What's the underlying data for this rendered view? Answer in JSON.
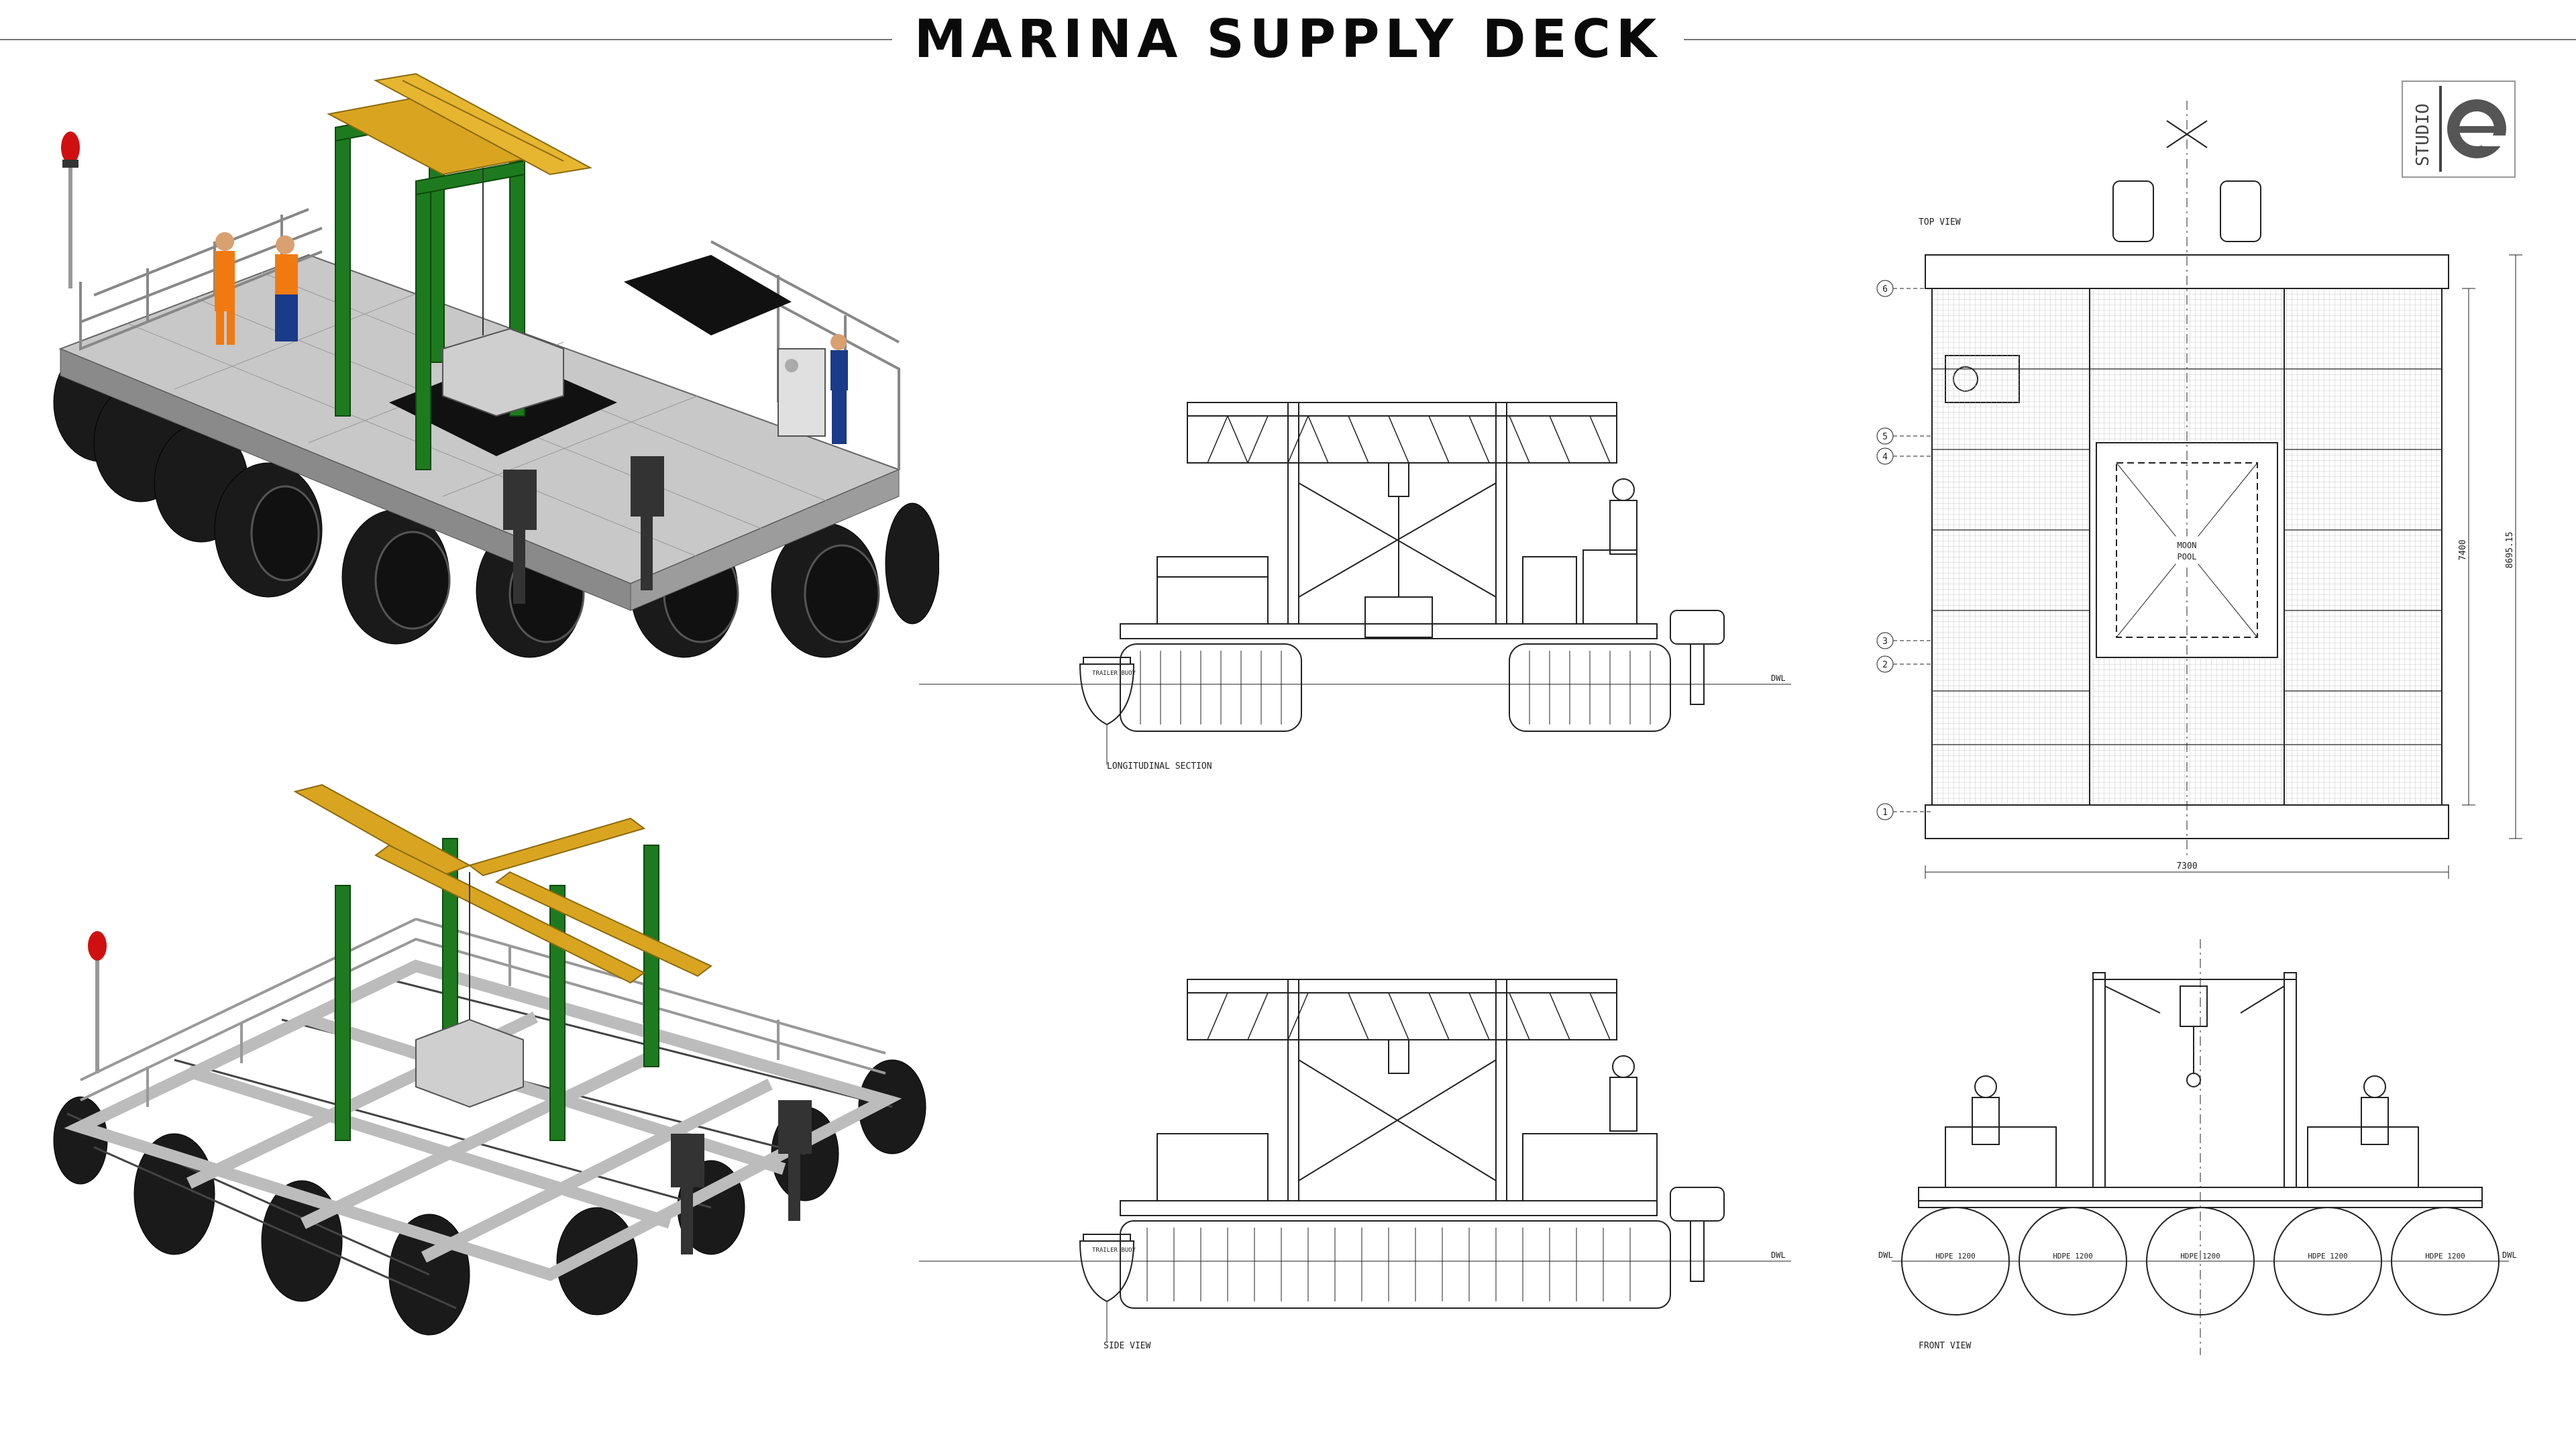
{
  "title": "MARINA SUPPLY DECK",
  "logo": {
    "text": "STUDIO",
    "mark": "e"
  },
  "views": {
    "top": "TOP VIEW",
    "longitudinal": "LONGITUDINAL SECTION",
    "side": "SIDE VIEW",
    "front": "FRONT VIEW"
  },
  "top_view": {
    "moon_pool_line1": "MOON",
    "moon_pool_line2": "POOL",
    "dim_width": "7300",
    "dim_length": "7400",
    "dim_overall": "8695.15",
    "gridlines": [
      "6",
      "5",
      "4",
      "3",
      "2",
      "1"
    ]
  },
  "elevation": {
    "dwl": "DWL",
    "buoy_label": "TRAILER BUOY"
  },
  "front_view": {
    "floats": [
      "HDPE 1200",
      "HDPE 1200",
      "HDPE 1200",
      "HDPE 1200",
      "HDPE 1200"
    ]
  },
  "colors": {
    "gantry": "#1e7a1e",
    "beam": "#d9a520",
    "float": "#1a1a1a",
    "deck": "#b5b5b5",
    "worker": "#f07a10",
    "beacon": "#d01010"
  }
}
